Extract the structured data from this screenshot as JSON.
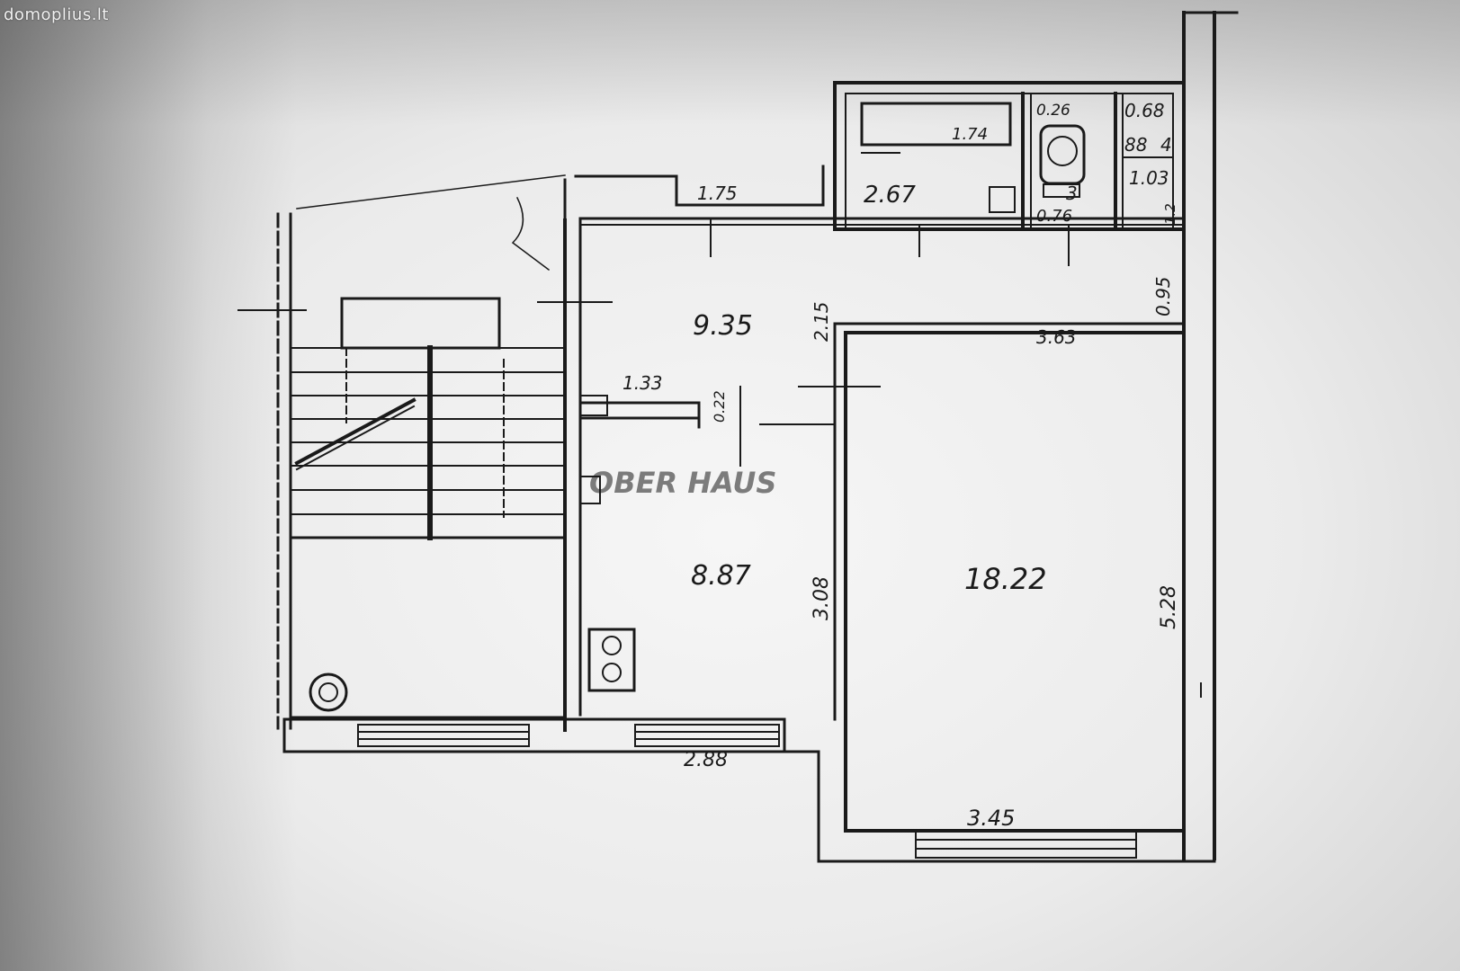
{
  "watermark": "domoplius.lt",
  "center_watermark": "OBER  HAUS",
  "rooms": {
    "hall": "9.35",
    "kitchen": "8.87",
    "living": "18.22",
    "bath": "2.67",
    "wc": "3",
    "storage": "1.03"
  },
  "dimensions": {
    "top_175": "1.75",
    "bath_tub": "1.74",
    "d026": "0.26",
    "d068": "0.68",
    "d088": "88",
    "d4": "4",
    "d076": "0.76",
    "d215": "2.15",
    "d095": "0.95",
    "d363": "3.63",
    "d133": "1.33",
    "d022": "0.22",
    "d308": "3.08",
    "d528": "5.28",
    "d288": "2.88",
    "d345": "3.45",
    "d012": "1.2"
  }
}
